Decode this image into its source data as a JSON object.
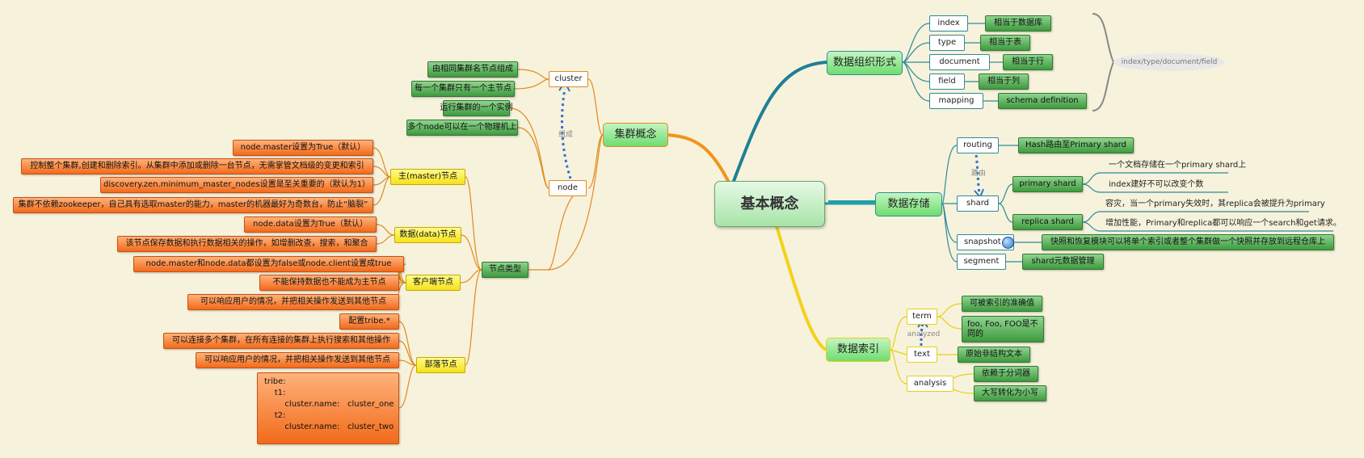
{
  "root": "基本概念",
  "storage_org": {
    "title": "数据组织形式",
    "index": "index",
    "index_desc": "相当于数据库",
    "type": "type",
    "type_desc": "相当于表",
    "document": "document",
    "document_desc": "相当于行",
    "field": "field",
    "field_desc": "相当于列",
    "mapping": "mapping",
    "mapping_desc": "schema definition",
    "summary": "index/type/document/field"
  },
  "storage": {
    "title": "数据存储",
    "routing": "routing",
    "routing_desc": "Hash路由至Primary shard",
    "route_label": "路由",
    "shard": "shard",
    "primary": "primary shard",
    "primary_note1": "一个文档存储在一个primary shard上",
    "primary_note2": "index建好不可以改变个数",
    "replica": "replica shard",
    "replica_note1": "容灾，当一个primary失效时，其replica会被提升为primary",
    "replica_note2": "增加性能，Primary和replica都可以响应一个search和get请求。",
    "snapshot": "snapshot",
    "snapshot_desc": "快照和恢复模块可以将单个索引或者整个集群做一个快照并存放到远程仓库上",
    "segment": "segment",
    "segment_desc": "shard元数据管理"
  },
  "indexing": {
    "title": "数据索引",
    "term": "term",
    "term_desc1": "可被索引的准确值",
    "term_desc2": "foo, Foo, FOO是不同的",
    "analyzed_label": "analyzed",
    "text": "text",
    "text_desc": "原始非结构文本",
    "analysis": "analysis",
    "analysis_desc1": "依赖于分词器",
    "analysis_desc2": "大写转化为小写"
  },
  "cluster": {
    "title": "集群概念",
    "cluster": "cluster",
    "cluster_desc1": "由相同集群名节点组成",
    "cluster_desc2": "每一个集群只有一个主节点",
    "compose_label": "组成",
    "node_desc1": "运行集群的一个实例",
    "node_desc2": "多个node可以在一个物理机上",
    "node": "node",
    "node_types": "节点类型",
    "master": "主(master)节点",
    "master_desc1": "node.master设置为True（默认）",
    "master_desc2": "控制整个集群,创建和删除索引。从集群中添加或删除一台节点，无需掌管文档级的变更和索引",
    "master_desc3": "discovery.zen.minimum_master_nodes设置是至关重要的（默认为1）",
    "master_desc4": "集群不依赖zookeeper，自己具有选取master的能力，master的机器最好为奇数台，防止“脑裂”",
    "data": "数据(data)节点",
    "data_desc1": "node.data设置为True（默认）",
    "data_desc2": "该节点保存数据和执行数据相关的操作，如增删改查，搜索，和聚合",
    "client": "客户端节点",
    "client_desc1": "node.master和node.data都设置为false或node.client设置成true",
    "client_desc2": "不能保持数据也不能成为主节点",
    "client_desc3": "可以响应用户的情况，并把相关操作发送到其他节点",
    "tribe": "部落节点",
    "tribe_desc1": "配置tribe.*",
    "tribe_desc2": "可以连接多个集群，在所有连接的集群上执行搜索和其他操作",
    "tribe_desc3": "可以响应用户的情况，并把相关操作发送到其他节点",
    "tribe_code": "tribe:\n    t1:\n        cluster.name:   cluster_one\n    t2:\n        cluster.name:   cluster_two"
  }
}
